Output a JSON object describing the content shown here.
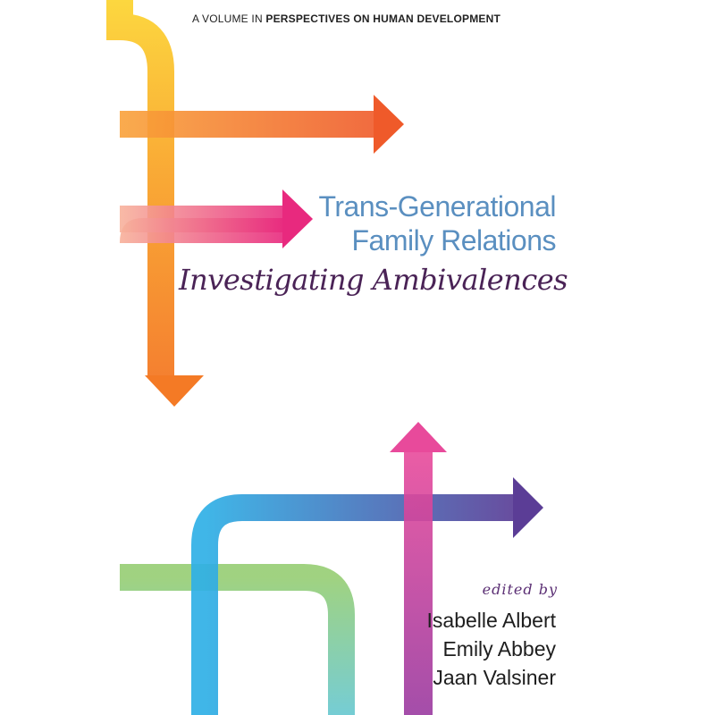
{
  "series": {
    "prefix": "A VOLUME IN ",
    "name": "PERSPECTIVES ON HUMAN DEVELOPMENT"
  },
  "book": {
    "title_line1": "Trans-Generational",
    "title_line2": "Family Relations",
    "subtitle": "Investigating Ambivalences"
  },
  "credits": {
    "edited_by": "edited by",
    "editors": [
      "Isabelle Albert",
      "Emily Abbey",
      "Jaan Valsiner"
    ]
  },
  "colors": {
    "title": "#5a8fc0",
    "subtitle": "#4a2356",
    "yellow": "#fcd535",
    "orange": "#f47a25",
    "red_orange": "#ef5a2a",
    "magenta": "#e8297e",
    "blue": "#2fb0e6",
    "purple": "#5b3d96",
    "green": "#9bd07a",
    "teal": "#6ecad2"
  }
}
